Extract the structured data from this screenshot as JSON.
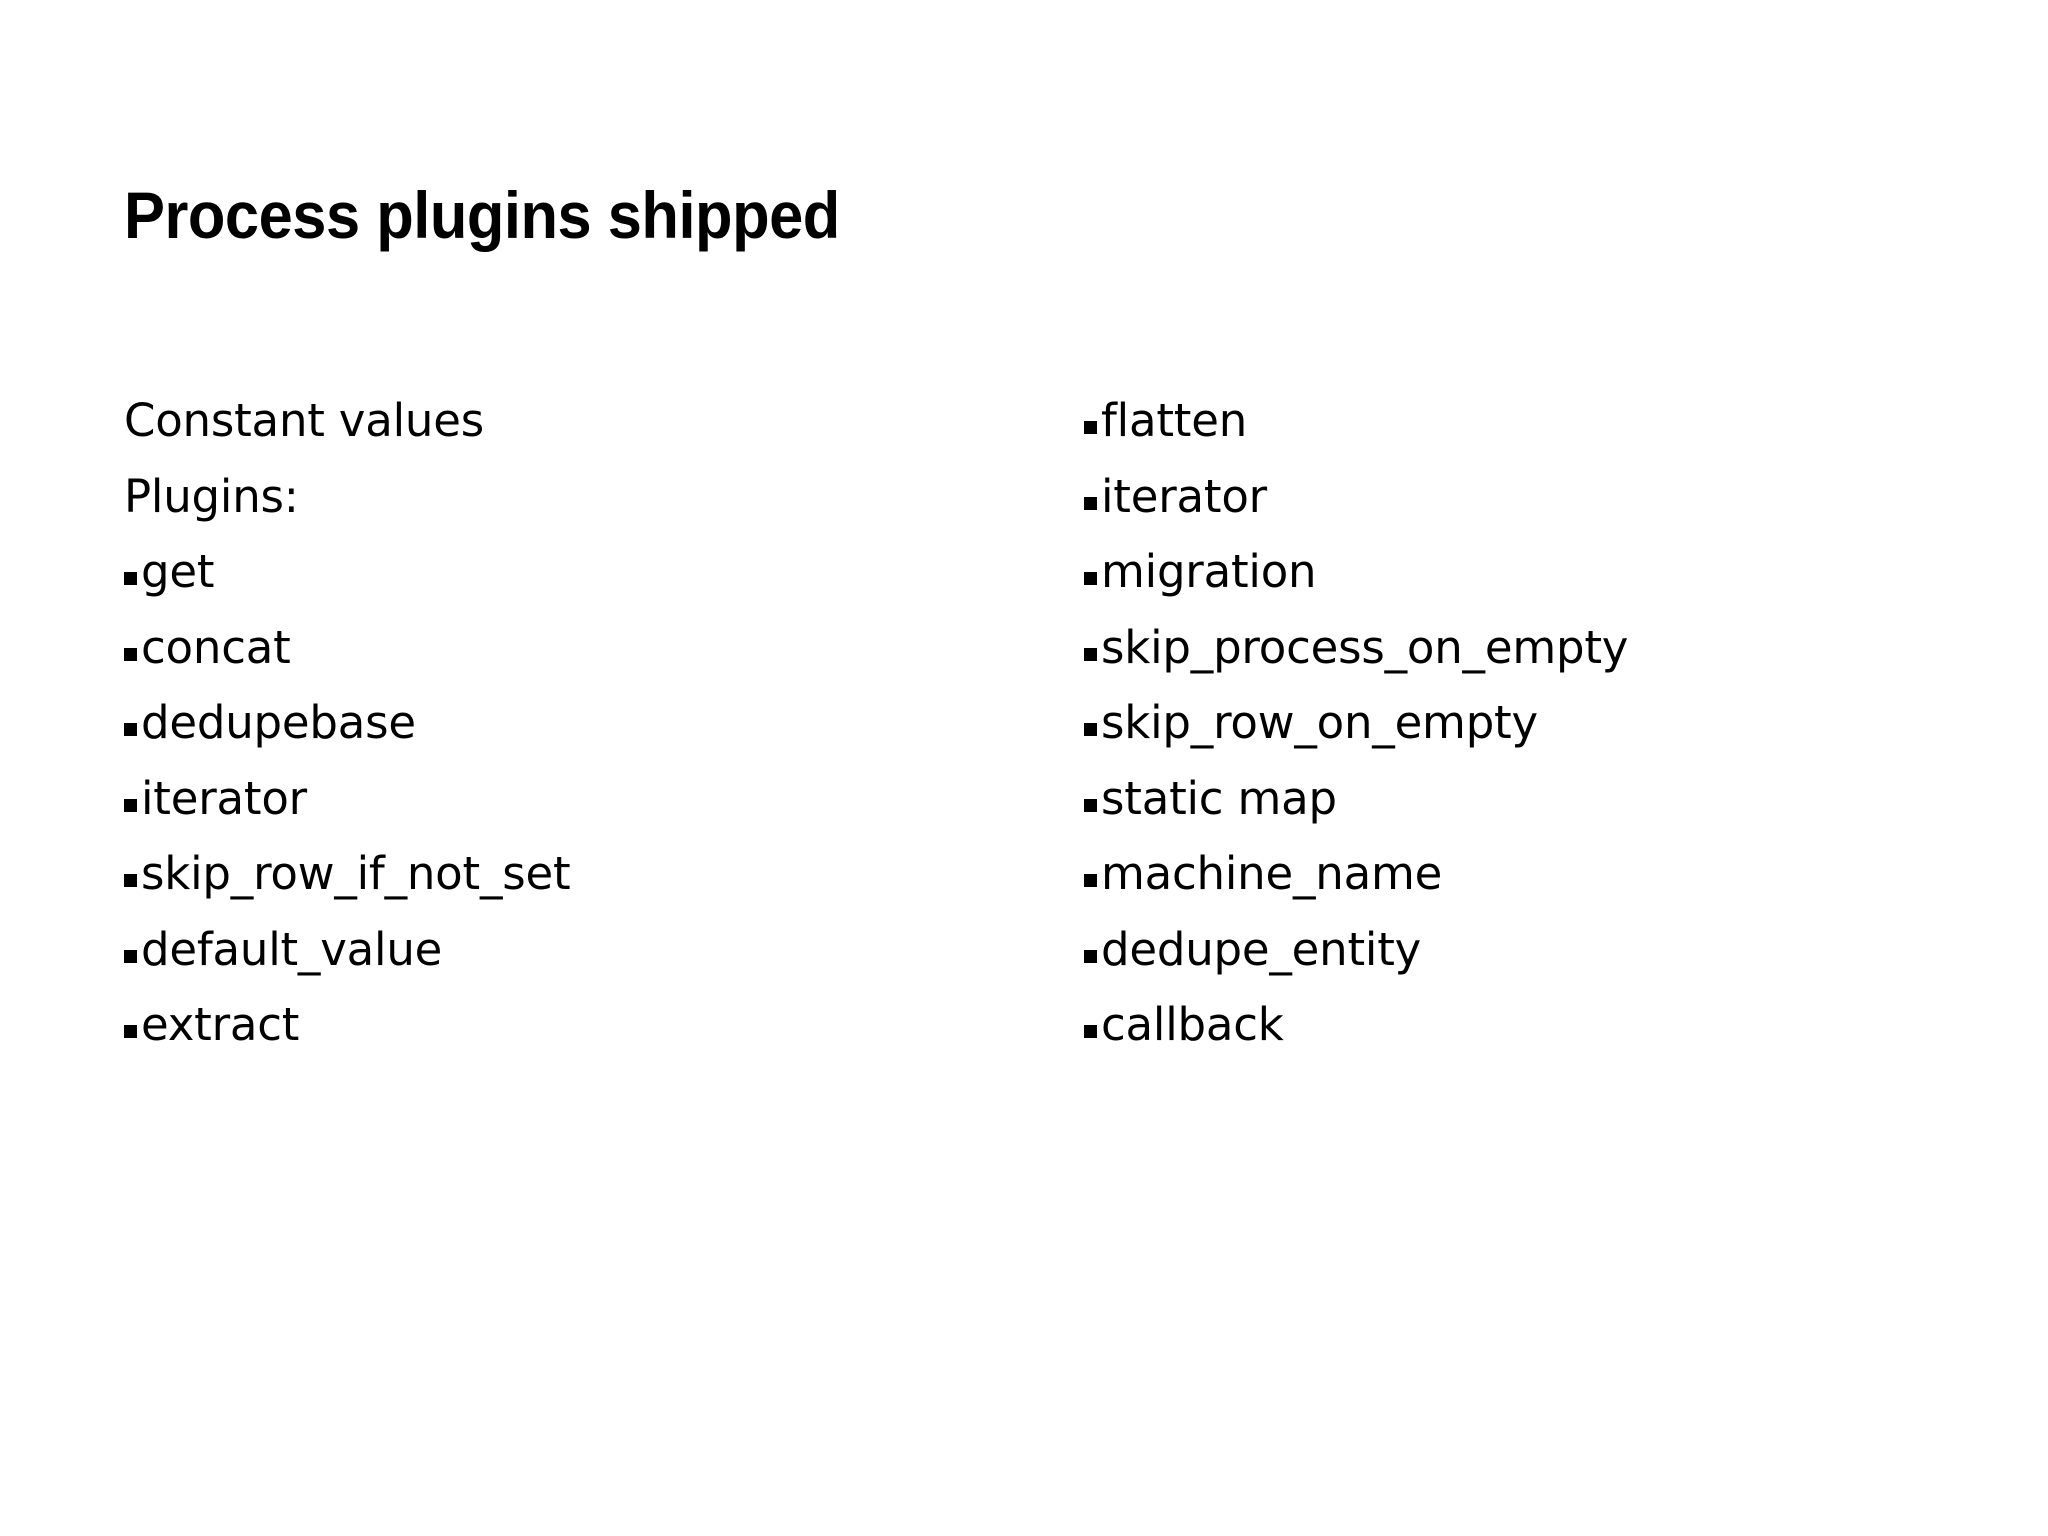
{
  "slide": {
    "title": "Process plugins shipped",
    "background_color": "#ffffff",
    "text_color": "#000000",
    "bullet_glyph": "square-bullet"
  },
  "columns": [
    {
      "id": "left",
      "items": [
        {
          "label": "Constant values",
          "bulleted": false
        },
        {
          "label": "Plugins:",
          "bulleted": false
        },
        {
          "label": "get",
          "bulleted": true
        },
        {
          "label": "concat",
          "bulleted": true
        },
        {
          "label": "dedupebase",
          "bulleted": true
        },
        {
          "label": "iterator",
          "bulleted": true
        },
        {
          "label": "skip_row_if_not_set",
          "bulleted": true
        },
        {
          "label": "default_value",
          "bulleted": true
        },
        {
          "label": "extract",
          "bulleted": true
        }
      ]
    },
    {
      "id": "right",
      "items": [
        {
          "label": "flatten",
          "bulleted": true
        },
        {
          "label": "iterator",
          "bulleted": true
        },
        {
          "label": "migration",
          "bulleted": true
        },
        {
          "label": "skip_process_on_empty",
          "bulleted": true
        },
        {
          "label": "skip_row_on_empty",
          "bulleted": true
        },
        {
          "label": "static map",
          "bulleted": true
        },
        {
          "label": "machine_name",
          "bulleted": true
        },
        {
          "label": "dedupe_entity",
          "bulleted": true
        },
        {
          "label": "callback",
          "bulleted": true
        }
      ]
    }
  ]
}
